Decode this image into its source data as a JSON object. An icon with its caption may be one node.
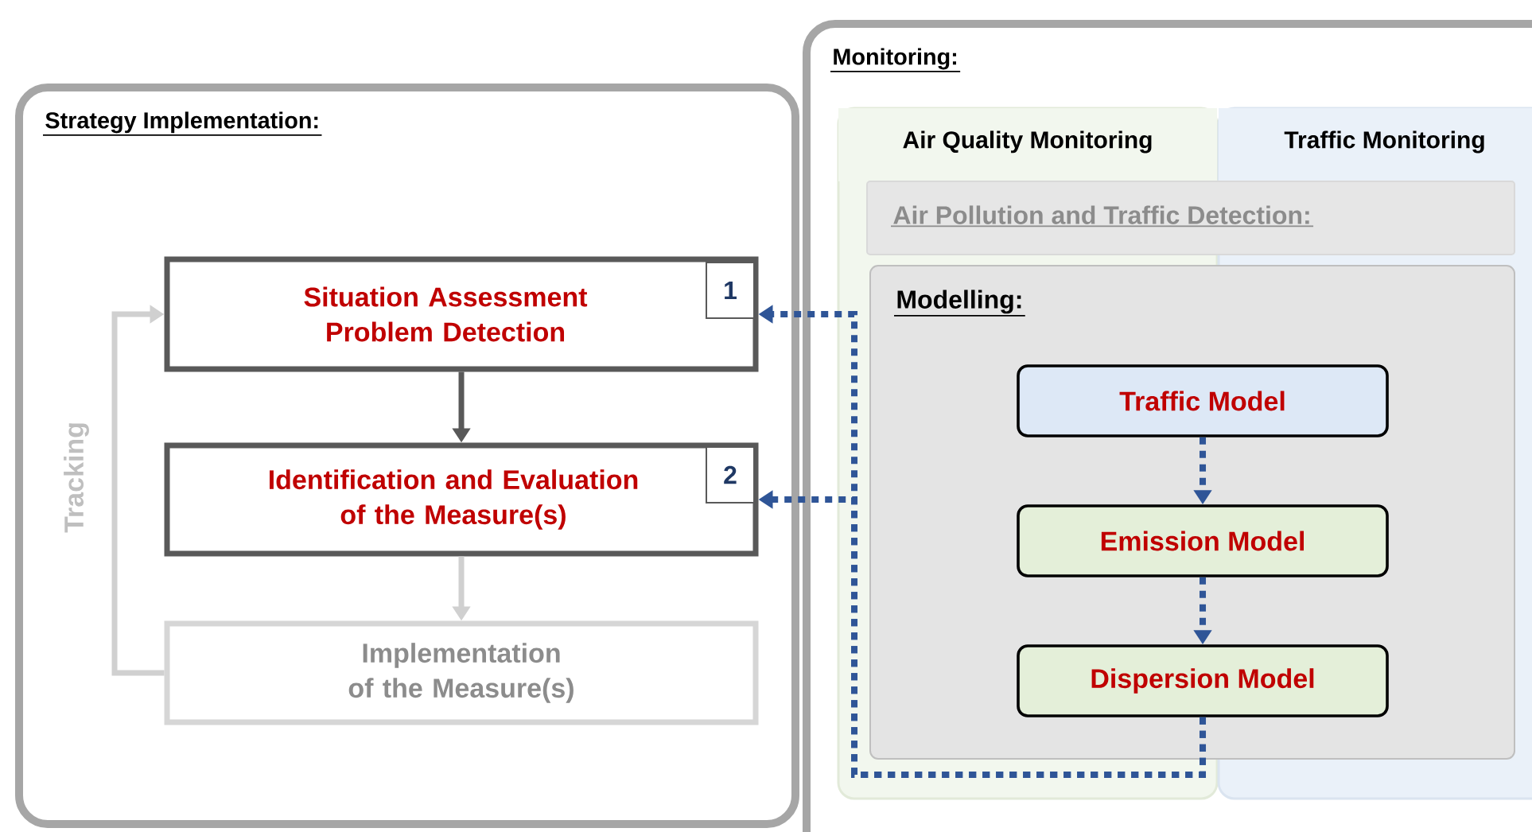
{
  "diagram": {
    "nodes": [
      {
        "text": [
          "Strategy Implementation:"
        ]
      },
      {
        "text": [
          "Situation Assessment Problem Detection"
        ],
        "in": 0
      },
      {
        "text": [
          "1"
        ],
        "in": 1
      },
      {
        "text": [
          "Identification and Evaluation of the Measure(s)"
        ],
        "in": 0
      },
      {
        "text": [
          "2"
        ],
        "in": 3
      },
      {
        "text": [
          "Implementation of the Measure(s)"
        ],
        "in": 0
      },
      {
        "text": [
          "Monitoring:"
        ]
      },
      {
        "text": [
          "Air Quality Monitoring"
        ],
        "in": 6
      },
      {
        "text": [
          "Traffic Monitoring"
        ],
        "in": 6
      },
      {
        "text": [
          "Air Pollution and Traffic Detection:"
        ],
        "in": 6
      },
      {
        "text": [
          "Modelling:"
        ],
        "in": 6
      },
      {
        "text": [
          "Traffic Model"
        ],
        "in": 10
      },
      {
        "text": [
          "Emission Model"
        ],
        "in": 10
      },
      {
        "text": [
          "Dispersion Model"
        ],
        "in": 10
      }
    ],
    "edges": [
      {
        "from": 1,
        "to": 3,
        "arrow": "to",
        "color": "#595959"
      },
      {
        "from": 3,
        "to": 5,
        "arrow": "to",
        "color": "#d0d0d0"
      },
      {
        "from": 5,
        "to": 1,
        "arrow": "to",
        "label": "Tracking",
        "color": "#d0d0d0"
      },
      {
        "from": 11,
        "to": 12,
        "arrow": "to",
        "style": "dashed"
      },
      {
        "from": 12,
        "to": 13,
        "arrow": "to",
        "style": "dashed"
      },
      {
        "from": 13,
        "to": 1,
        "arrow": "to",
        "style": "dashed"
      },
      {
        "from": 13,
        "to": 3,
        "arrow": "to",
        "style": "dashed"
      }
    ]
  }
}
